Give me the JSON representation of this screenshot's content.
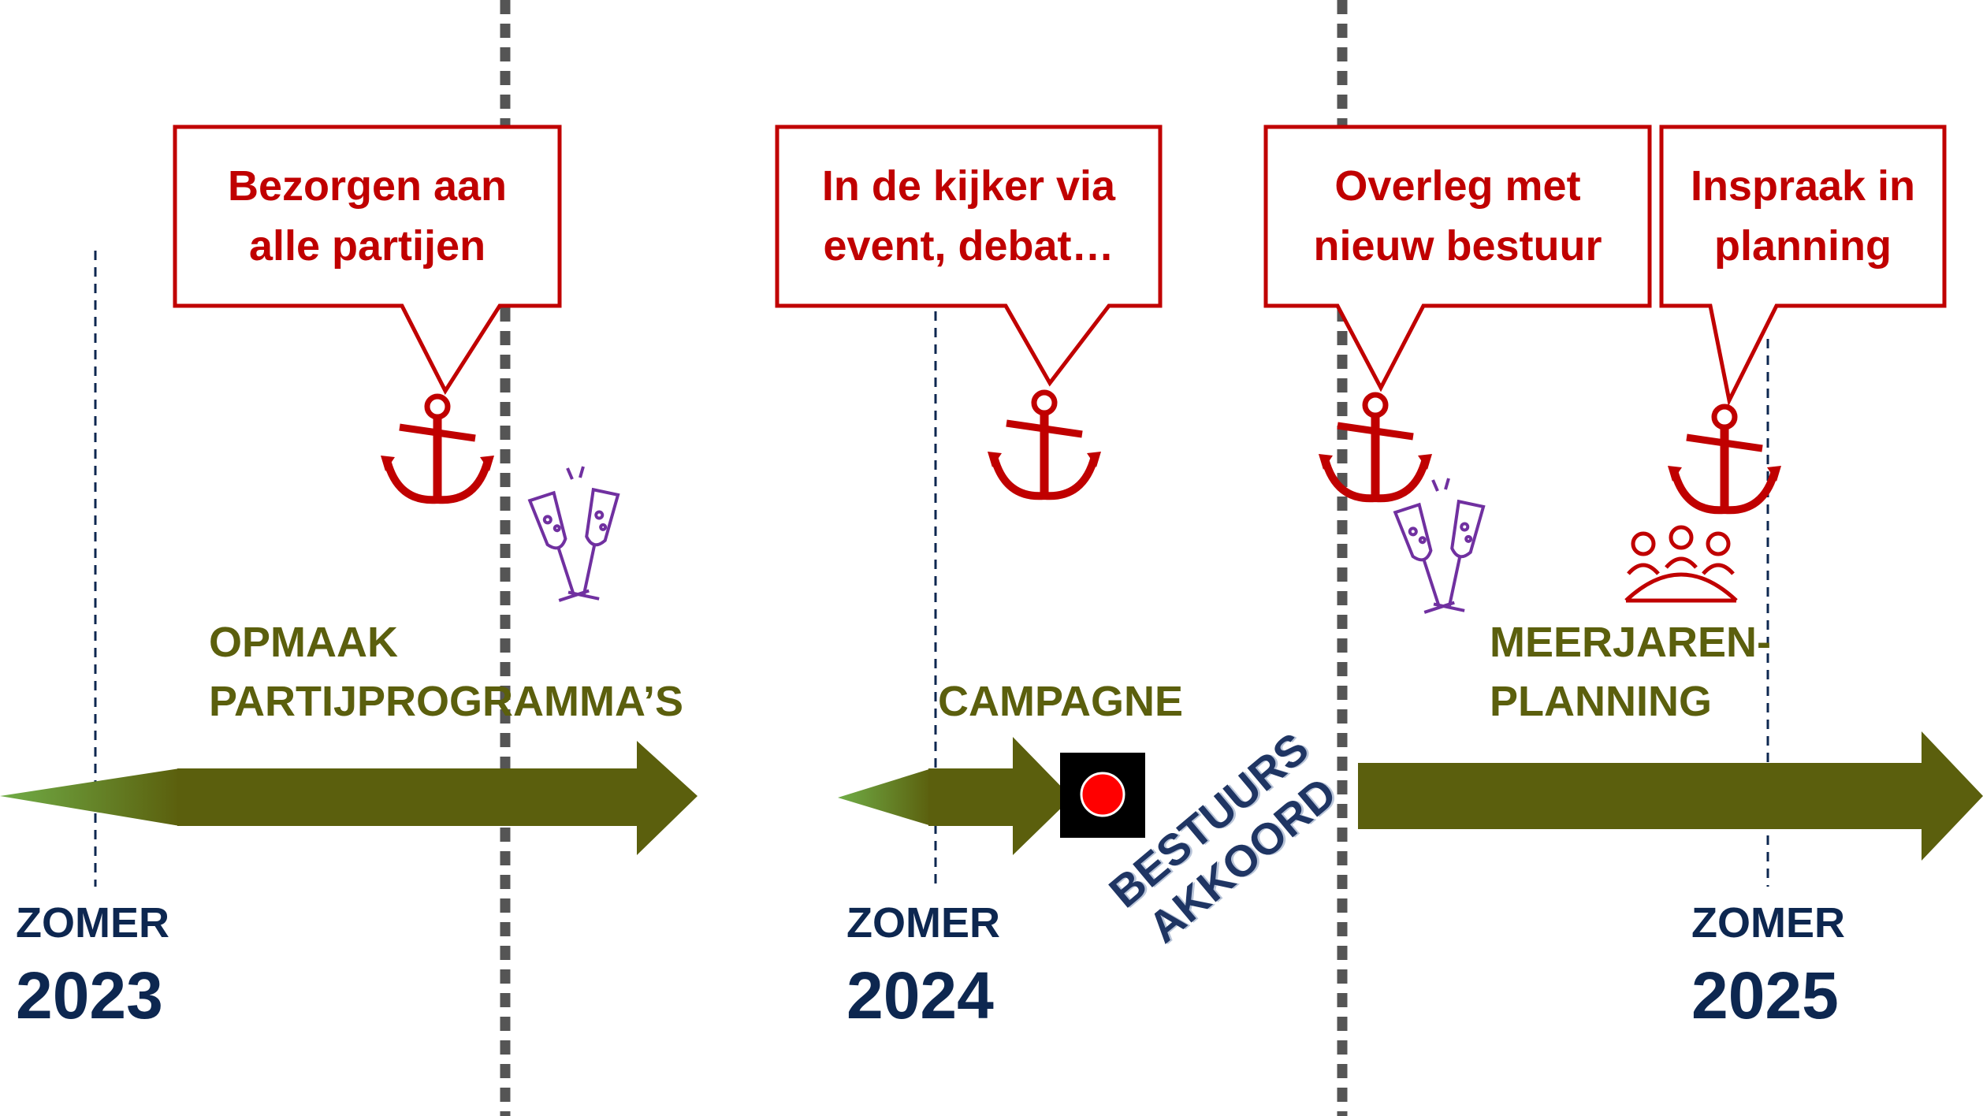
{
  "callouts": [
    {
      "line1": "Bezorgen aan",
      "line2": "alle partijen"
    },
    {
      "line1": "In de kijker via",
      "line2": "event, debat…"
    },
    {
      "line1": "Overleg met",
      "line2": "nieuw bestuur"
    },
    {
      "line1": "Inspraak in",
      "line2": "planning"
    }
  ],
  "phases": {
    "p1": {
      "line1": "OPMAAK",
      "line2": "PARTIJPROGRAMMA’S"
    },
    "p2": {
      "line1": "CAMPAGNE"
    },
    "p3": {
      "line1": "MEERJAREN-",
      "line2": "PLANNING"
    }
  },
  "milestones": [
    {
      "season": "ZOMER",
      "year": "2023"
    },
    {
      "season": "ZOMER",
      "year": "2024"
    },
    {
      "season": "ZOMER",
      "year": "2025"
    }
  ],
  "agreement": {
    "line1": "BESTUURS",
    "line2": "AKKOORD"
  },
  "icons": [
    "anchor-icon",
    "champagne-glasses-icon",
    "election-marker-icon",
    "meeting-people-icon"
  ],
  "colors": {
    "callout": "#c00000",
    "arrow": "#5b5f0d",
    "milestone_text": "#0d2750",
    "glasses": "#7030a0",
    "divider": "#555555"
  }
}
